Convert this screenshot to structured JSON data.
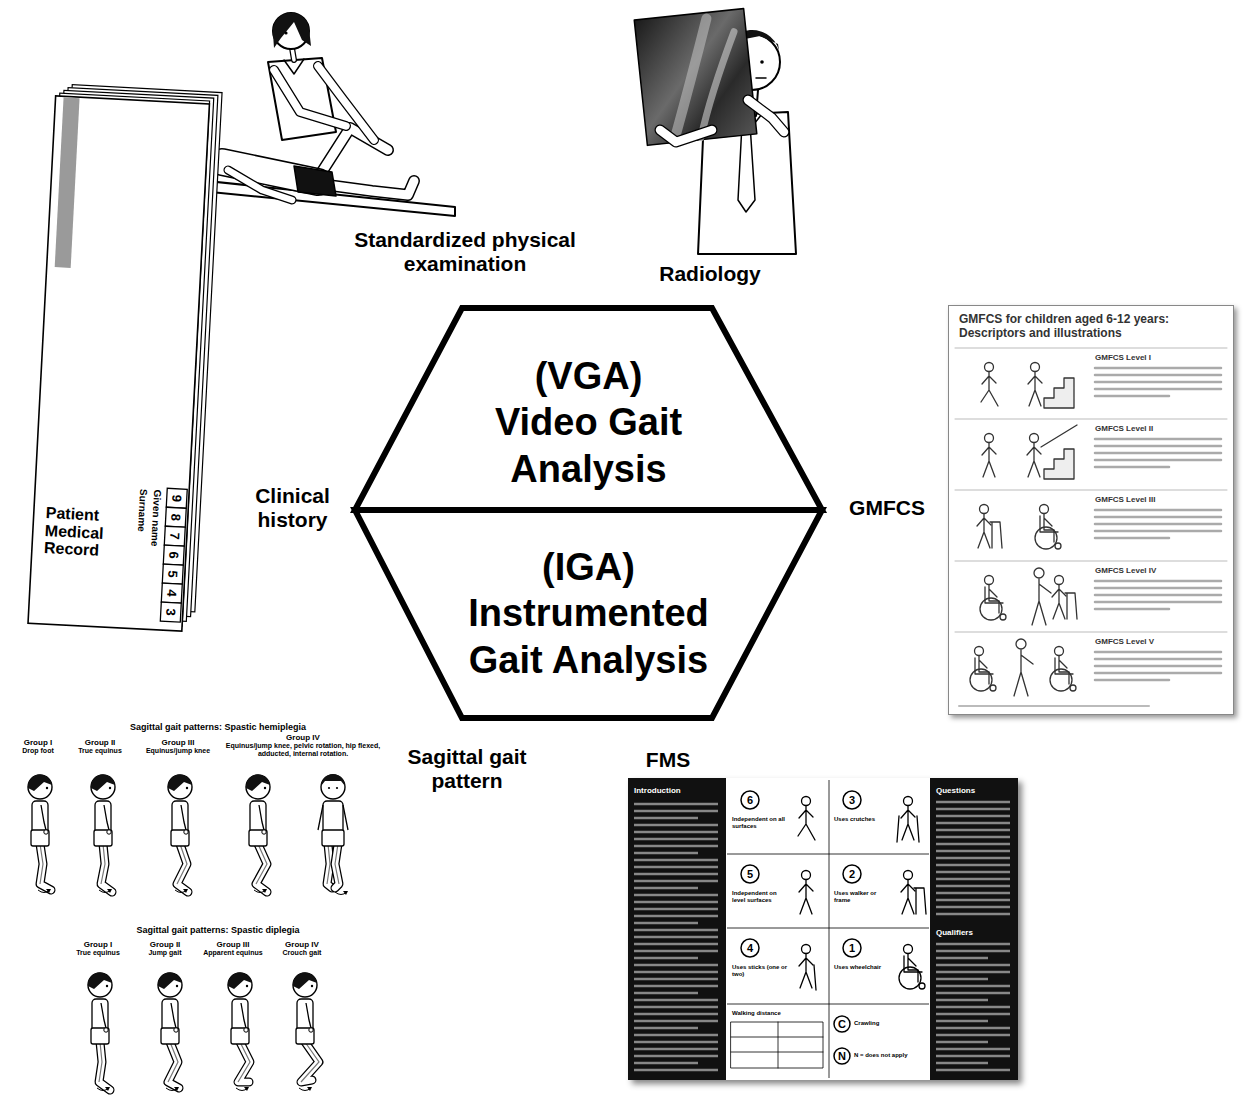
{
  "diagram": {
    "nodes": [
      {
        "text": [
          "(VGA) Video Gait Analysis"
        ]
      },
      {
        "text": [
          "(IGA) Instrumented Gait Analysis"
        ]
      }
    ],
    "labels": [
      "Standardized physical examination",
      "Radiology",
      "Clinical history",
      "GMFCS",
      "Sagittal gait pattern",
      "FMS",
      "Patient Medical Record",
      "Surname",
      "Given name",
      "9",
      "8",
      "7",
      "6",
      "5",
      "4",
      "3",
      "GMFCS for children aged 6-12 years: Descriptors and illustrations",
      "GMFCS Level I",
      "GMFCS Level II",
      "GMFCS Level III",
      "GMFCS Level IV",
      "GMFCS Level V",
      "Sagittal gait patterns: Spastic hemiplegia",
      "Group I",
      "Drop foot",
      "Group II",
      "True equinus",
      "Group III",
      "Equinus/jump knee",
      "Group IV",
      "Equinus/jump knee, pelvic rotation, hip flexed, adducted, internal rotation.",
      "Sagittal gait patterns: Spastic diplegia",
      "Group I",
      "True equinus",
      "Group II",
      "Jump gait",
      "Group III",
      "Apparent equinus",
      "Group IV",
      "Crouch gait",
      "Introduction",
      "6",
      "Independent on all surfaces",
      "3",
      "Uses crutches",
      "5",
      "Independent on level surfaces",
      "2",
      "Uses walker or frame",
      "4",
      "Uses sticks (one or two)",
      "1",
      "Uses wheelchair",
      "C",
      "Crawling",
      "N",
      "N = does not apply",
      "Questions",
      "Qualifiers",
      "Walking distance"
    ]
  }
}
